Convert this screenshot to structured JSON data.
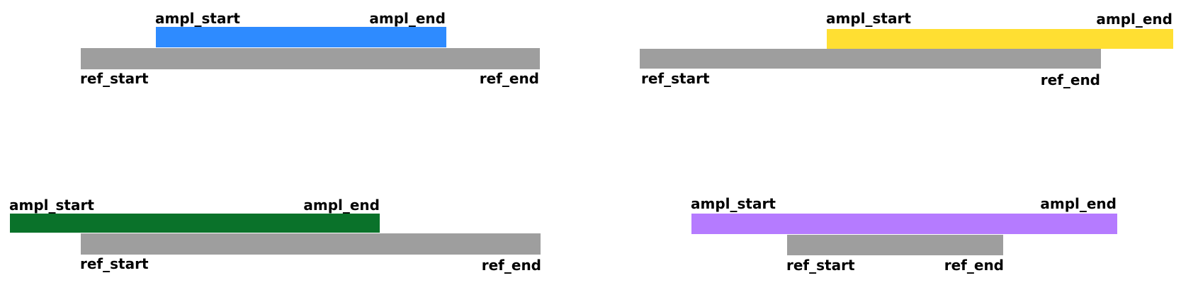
{
  "colors": {
    "reference": "#9e9e9e",
    "amplicon_1": "#2e8bff",
    "amplicon_2": "#ffdf32",
    "amplicon_3": "#0a722a",
    "amplicon_4": "#b57bff"
  },
  "labels": {
    "ampl_start": "ampl_start",
    "ampl_end": "ampl_end",
    "ref_start": "ref_start",
    "ref_end": "ref_end"
  }
}
